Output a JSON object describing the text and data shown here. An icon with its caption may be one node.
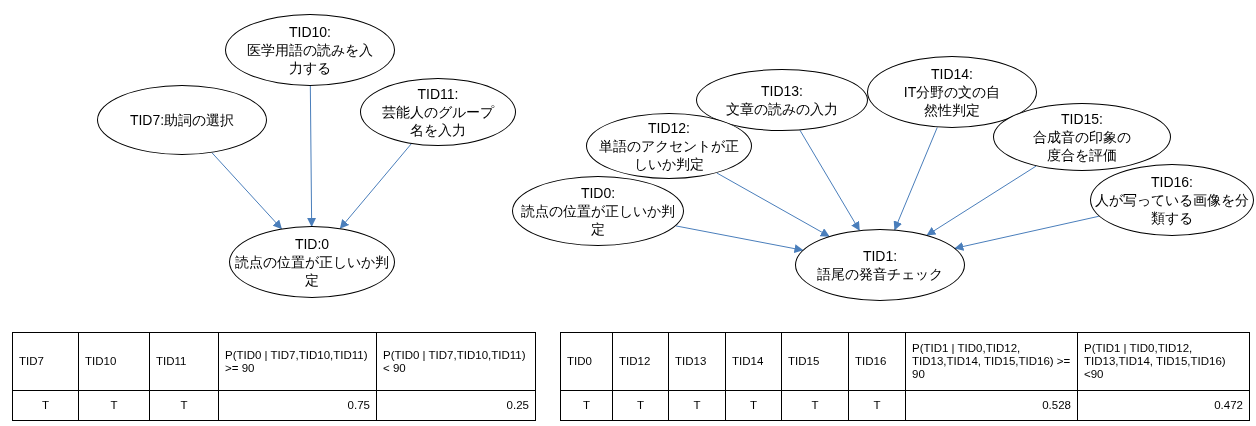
{
  "diagram": {
    "nodes": [
      {
        "text": [
          "TID7:助詞の選択"
        ]
      },
      {
        "text": [
          "TID10:",
          "医学用語の読みを入力する"
        ]
      },
      {
        "text": [
          "TID11:",
          "芸能人のグループ名を入力"
        ]
      },
      {
        "text": [
          "TID:0",
          "読点の位置が正しいか判定"
        ]
      },
      {
        "text": [
          "TID13:",
          "文章の読みの入力"
        ]
      },
      {
        "text": [
          "TID14:",
          "IT分野の文の自然性判定"
        ]
      },
      {
        "text": [
          "TID12:",
          "単語のアクセントが正しいか判定"
        ]
      },
      {
        "text": [
          "TID15:",
          "合成音の印象の度合を評価"
        ]
      },
      {
        "text": [
          "TID0:",
          "読点の位置が正しいか判定"
        ]
      },
      {
        "text": [
          "TID16:",
          "人が写っている画像を分類する"
        ]
      },
      {
        "text": [
          "TID1:",
          "語尾の発音チェック"
        ]
      }
    ],
    "edges": [
      {
        "from": 0,
        "to": 3,
        "arrow": "to"
      },
      {
        "from": 1,
        "to": 3,
        "arrow": "to"
      },
      {
        "from": 2,
        "to": 3,
        "arrow": "to"
      },
      {
        "from": 8,
        "to": 10,
        "arrow": "to"
      },
      {
        "from": 6,
        "to": 10,
        "arrow": "to"
      },
      {
        "from": 4,
        "to": 10,
        "arrow": "to"
      },
      {
        "from": 5,
        "to": 10,
        "arrow": "to"
      },
      {
        "from": 7,
        "to": 10,
        "arrow": "to"
      },
      {
        "from": 9,
        "to": 10,
        "arrow": "to"
      }
    ],
    "labels": [
      "TID7",
      "TID10",
      "TID11",
      "P(TID0 | TID7,TID10,TID11) >= 90",
      "P(TID0 | TID7,TID10,TID11)< 90",
      "T",
      "T",
      "T",
      "0.75",
      "0.25",
      "TID0",
      "TID12",
      "TID13",
      "TID14",
      "TID15",
      "TID16",
      "P(TID1 | TID0,TID12, TID13,TID14, TID15,TID16) >= 90",
      "P(TID1 | TID0,TID12, TID13,TID14, TID15,TID16) <90",
      "T",
      "T",
      "T",
      "T",
      "T",
      "T",
      "0.528",
      "0.472"
    ]
  }
}
